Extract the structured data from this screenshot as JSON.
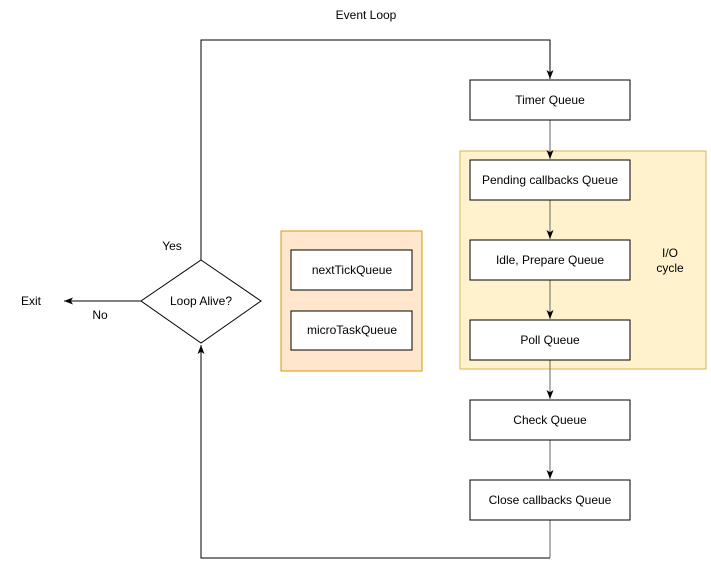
{
  "title": "Event Loop",
  "queues": {
    "timer": "Timer Queue",
    "pending": "Pending callbacks Queue",
    "idle_prepare": "Idle, Prepare Queue",
    "poll": "Poll Queue",
    "check": "Check Queue",
    "close": "Close callbacks Queue"
  },
  "decision": {
    "label": "Loop Alive?",
    "yes_label": "Yes",
    "no_label": "No",
    "exit_label": "Exit"
  },
  "microtask_group": {
    "next_tick": "nextTickQueue",
    "micro_task": "microTaskQueue"
  },
  "io_cycle": {
    "line1": "I/O",
    "line2": "cycle"
  },
  "colors": {
    "io_cycle_fill": "#fff2cc",
    "io_cycle_border": "#d6b656",
    "microtask_fill": "#ffe6cc",
    "microtask_border": "#d79b00",
    "node_fill": "#ffffff",
    "node_border": "#000000",
    "flow_arrow": "#666666",
    "loop_arrow": "#000000",
    "text": "#000000"
  }
}
